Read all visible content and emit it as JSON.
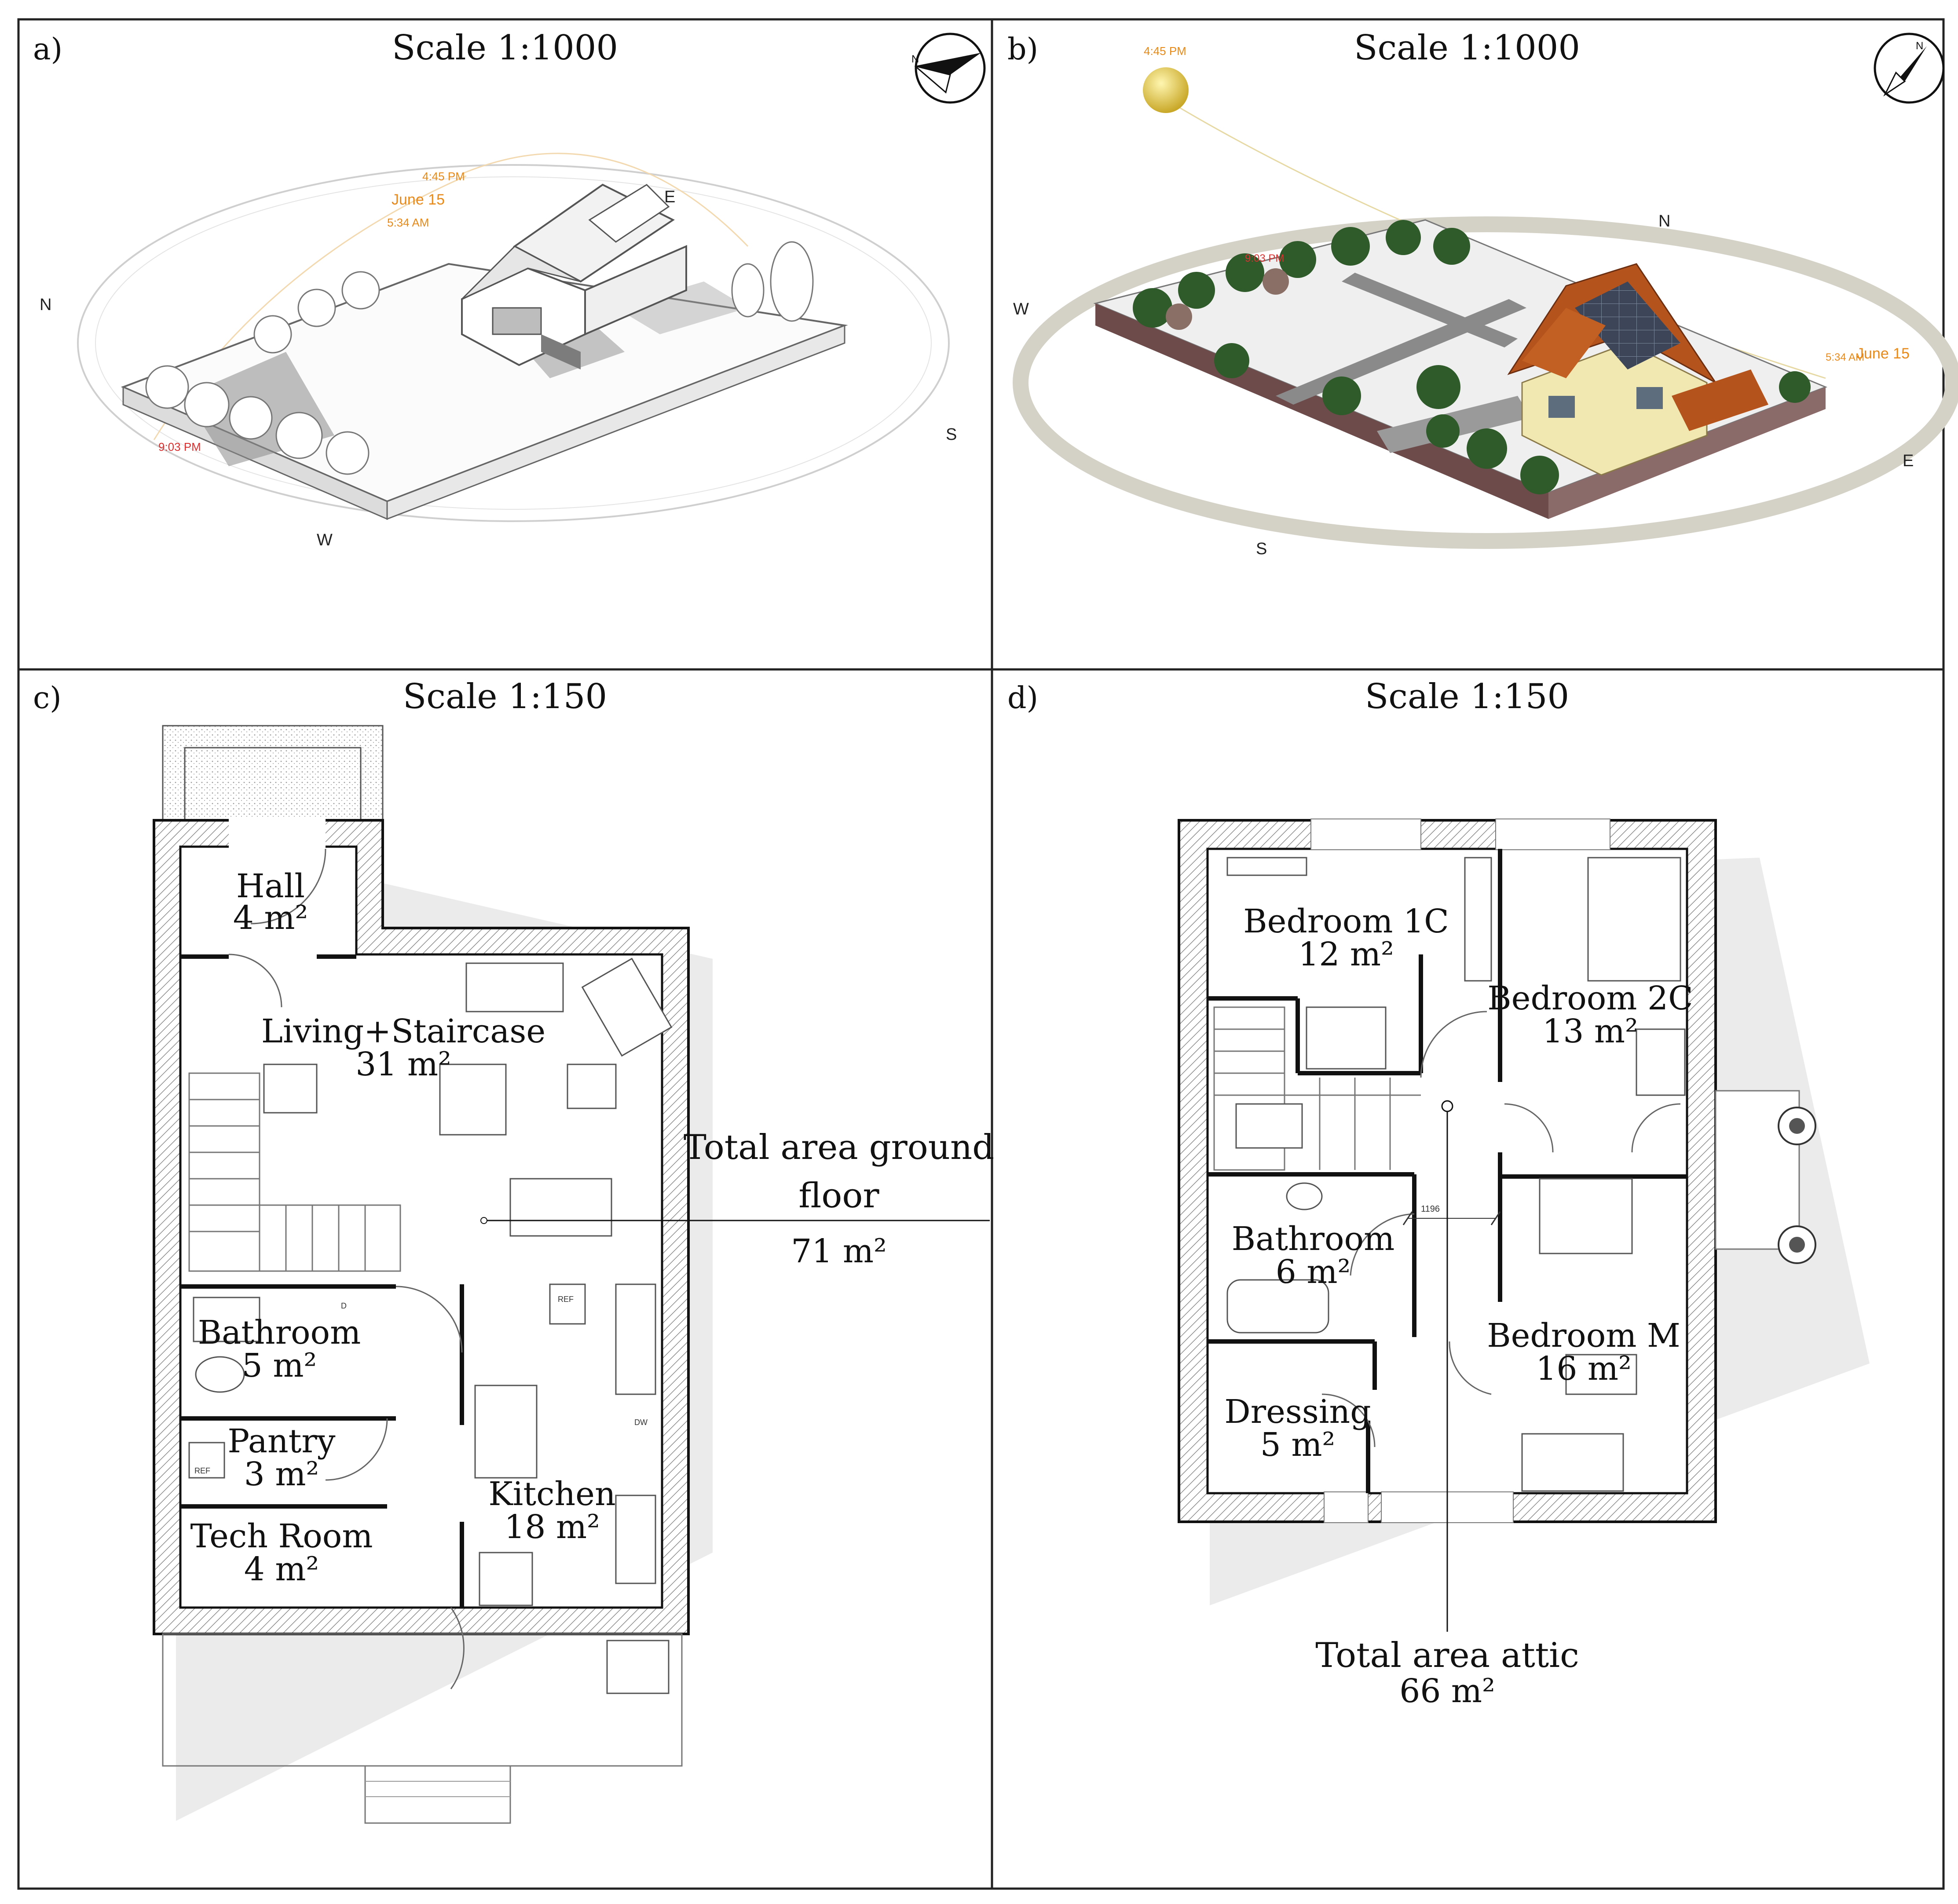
{
  "panels": [
    {
      "letter": "a)",
      "scale": "Scale 1:1000"
    },
    {
      "letter": "b)",
      "scale": "Scale 1:1000"
    },
    {
      "letter": "c)",
      "scale": "Scale 1:150"
    },
    {
      "letter": "d)",
      "scale": "Scale 1:150"
    }
  ],
  "sun_path_a": {
    "time_1": "4:45 PM",
    "date": "June 15",
    "time_2": "5:34 AM",
    "time_3": "9:03 PM",
    "n": "N",
    "e": "E",
    "s": "S",
    "w": "W"
  },
  "sun_path_b": {
    "time_1": "4:45 PM",
    "time_2": "5:34 AM",
    "date": "June 15",
    "time_3": "9:03 PM",
    "n": "N",
    "e": "E",
    "s": "S",
    "w": "W"
  },
  "compass_letter": "N",
  "ground_floor": {
    "rooms": [
      {
        "name": "Hall",
        "area": "4 m²"
      },
      {
        "name": "Living+Staircase",
        "area": "31 m²"
      },
      {
        "name": "Bathroom",
        "area": "5 m²"
      },
      {
        "name": "Pantry",
        "area": "3 m²"
      },
      {
        "name": "Tech Room",
        "area": "4 m²"
      },
      {
        "name": "Kitchen",
        "area": "18 m²"
      }
    ],
    "total_line1": "Total area ground",
    "total_line2": "floor",
    "total_area": "71 m²",
    "fixtures": {
      "ref1": "REF",
      "ref2": "REF",
      "dw": "DW",
      "d": "D"
    }
  },
  "attic": {
    "rooms": [
      {
        "name": "Bedroom 1C",
        "area": "12 m²"
      },
      {
        "name": "Bedroom 2C",
        "area": "13 m²"
      },
      {
        "name": "Bathroom",
        "area": "6 m²"
      },
      {
        "name": "Bedroom M",
        "area": "16 m²"
      },
      {
        "name": "Dressing",
        "area": "5 m²"
      }
    ],
    "total_line1": "Total area attic",
    "total_area": "66 m²",
    "dimension": "1196"
  },
  "colors": {
    "border": "#222222",
    "wall": "#1a1a1a",
    "hatch": "#9a9a9a",
    "shadow": "#d9d9d9",
    "sun_orange": "#e88a1a",
    "sun_red": "#d93030",
    "roof": "#b5531c",
    "facade": "#f1e7b0",
    "tree": "#2f5a2a",
    "ground": "#eceaea"
  }
}
